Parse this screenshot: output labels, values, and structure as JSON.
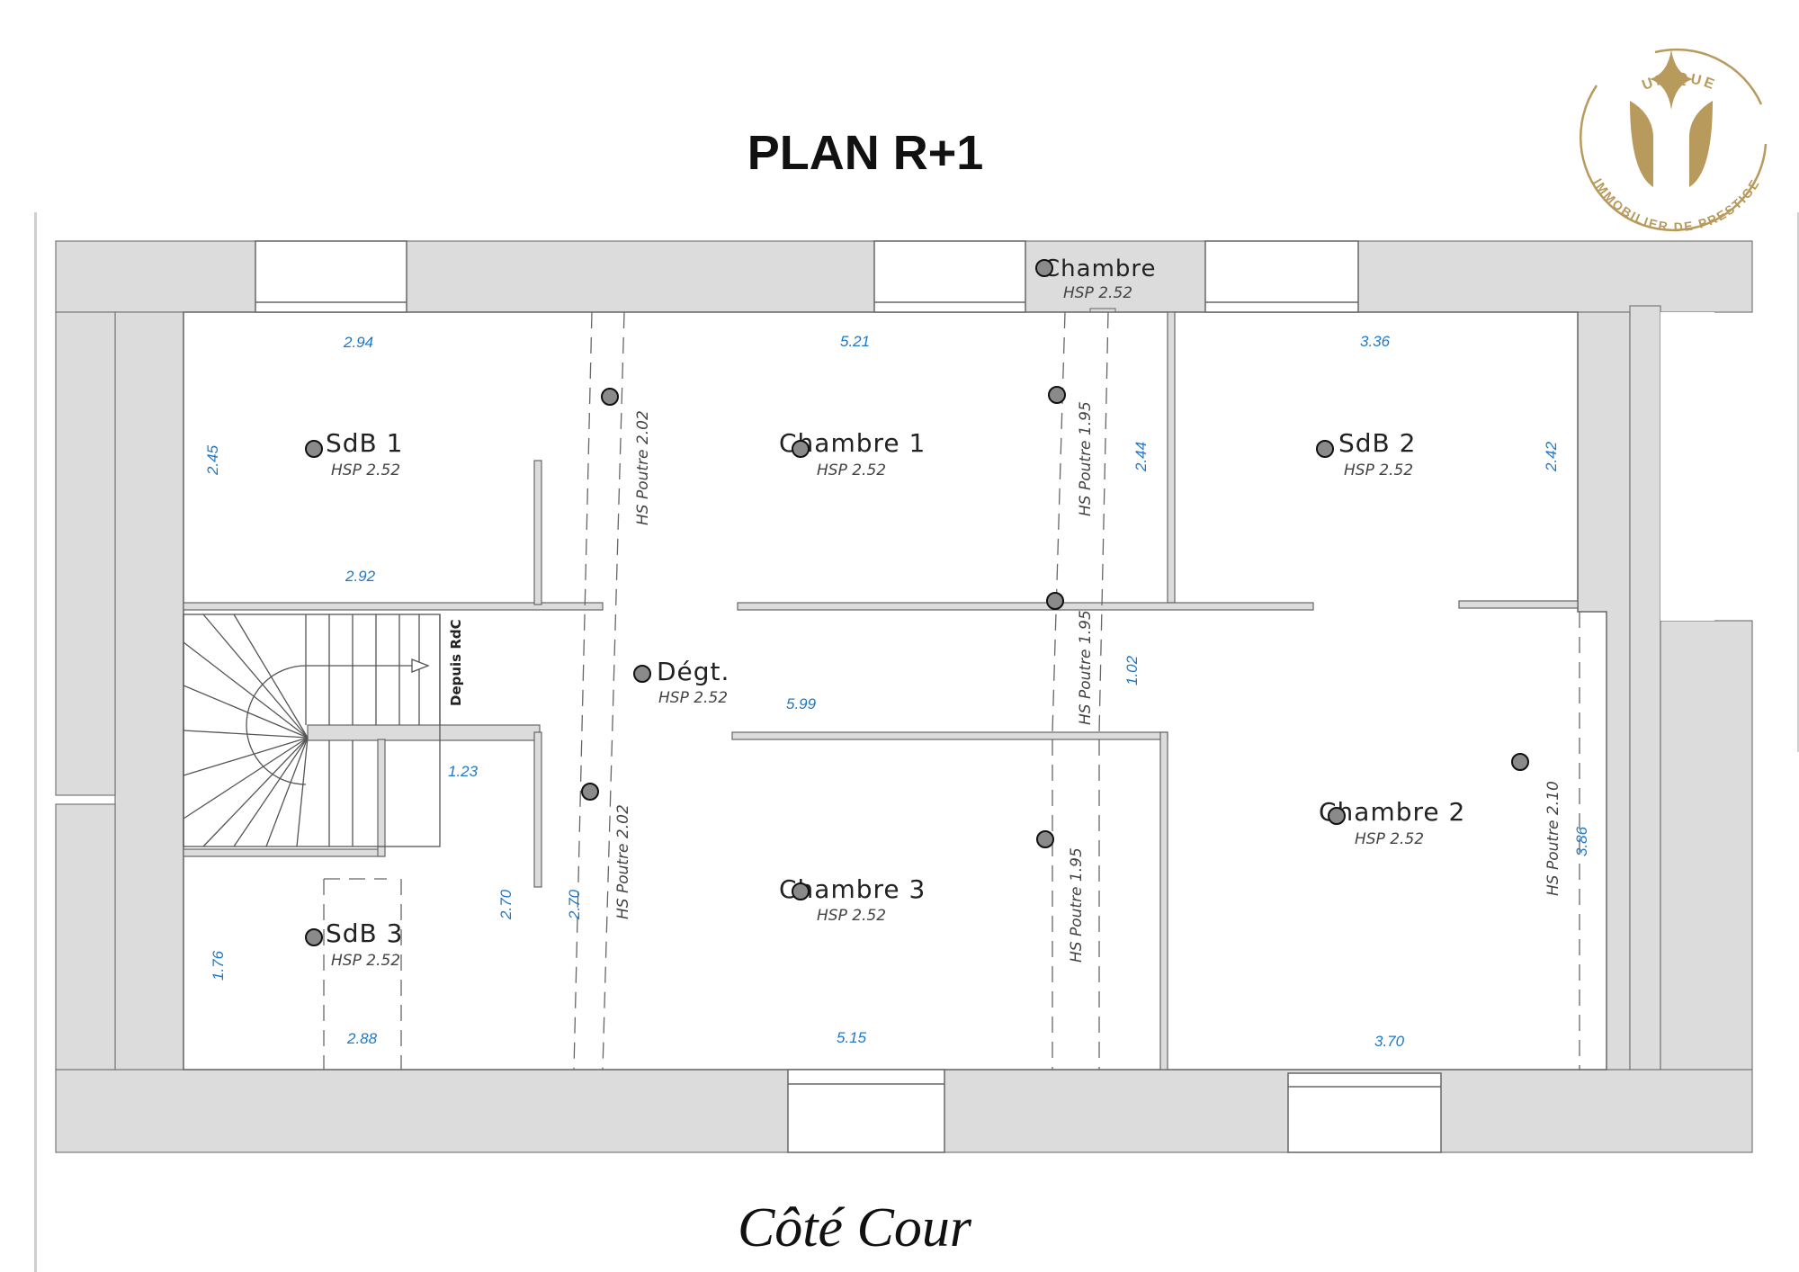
{
  "title": "PLAN R+1",
  "footer": "Côté Cour",
  "logo": {
    "top_text": "UNIQUE",
    "bottom_text": "IMMOBILIER DE PRESTIGE",
    "color": "#b89a5c"
  },
  "colors": {
    "wall": "#dcdcdc",
    "outline": "#555555",
    "dimension": "#1f78c8",
    "marker": "#8a8a8a"
  },
  "rooms": [
    {
      "id": "sdb-1",
      "label": "SdB 1",
      "hsp": "HSP 2.52"
    },
    {
      "id": "chambre-1",
      "label": "Chambre 1",
      "hsp": "HSP 2.52"
    },
    {
      "id": "sdb-2",
      "label": "SdB 2",
      "hsp": "HSP 2.52"
    },
    {
      "id": "chambre-top",
      "label": "Chambre",
      "hsp": "HSP 2.52"
    },
    {
      "id": "degt",
      "label": "Dégt.",
      "hsp": "HSP 2.52"
    },
    {
      "id": "chambre-2",
      "label": "Chambre 2",
      "hsp": "HSP 2.52"
    },
    {
      "id": "chambre-3",
      "label": "Chambre 3",
      "hsp": "HSP 2.52"
    },
    {
      "id": "sdb-3",
      "label": "SdB 3",
      "hsp": "HSP 2.52"
    }
  ],
  "beams": [
    "HS Poutre 2.02",
    "HS Poutre 1.95",
    "HS Poutre 1.95",
    "HS Poutre 2.02",
    "HS Poutre 1.95",
    "HS Poutre 2.10"
  ],
  "dimensions": [
    "2.94",
    "5.21",
    "3.36",
    "2.45",
    "2.44",
    "2.42",
    "2.92",
    "5.99",
    "1.02",
    "1.23",
    "2.70",
    "2.70",
    "3.86",
    "1.76",
    "2.88",
    "5.15",
    "3.70"
  ],
  "stairs_label": "Depuis RdC"
}
